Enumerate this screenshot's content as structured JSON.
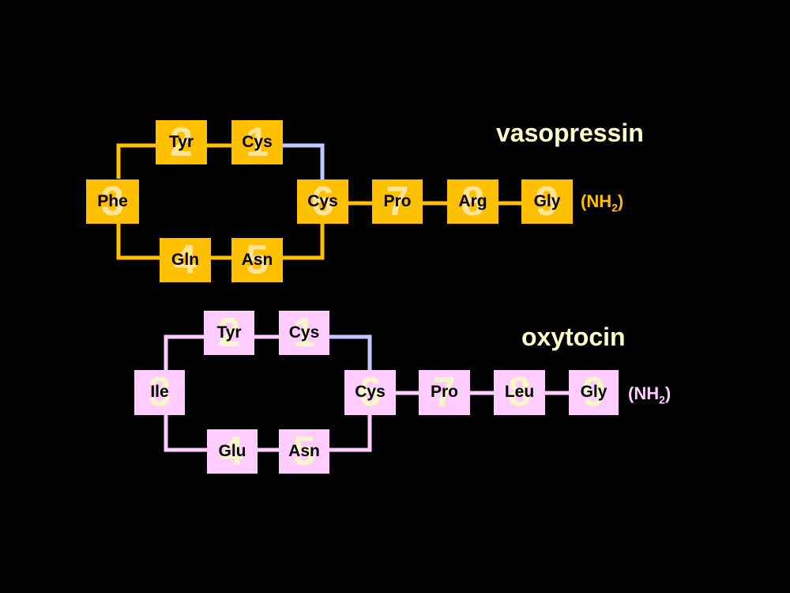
{
  "colors": {
    "vasopressin_box": "#FFC000",
    "vasopressin_number": "#FFE599",
    "vasopressin_link": "#FFC000",
    "oxytocin_box": "#FFCCFF",
    "oxytocin_number": "#F6F6C8",
    "oxytocin_link": "#FFCCFF",
    "disulfide_link": "#C0C8FF",
    "title_text": "#FFFFCC",
    "background": "#000000"
  },
  "vasopressin": {
    "title": "vasopressin",
    "terminal": {
      "open": "(NH",
      "sub": "2",
      "close": ")"
    },
    "residues": [
      {
        "num": "1",
        "name": "Cys"
      },
      {
        "num": "2",
        "name": "Tyr"
      },
      {
        "num": "3",
        "name": "Phe"
      },
      {
        "num": "4",
        "name": "Gln"
      },
      {
        "num": "5",
        "name": "Asn"
      },
      {
        "num": "6",
        "name": "Cys"
      },
      {
        "num": "7",
        "name": "Pro"
      },
      {
        "num": "8",
        "name": "Arg"
      },
      {
        "num": "9",
        "name": "Gly"
      }
    ]
  },
  "oxytocin": {
    "title": "oxytocin",
    "terminal": {
      "open": "(NH",
      "sub": "2",
      "close": ")"
    },
    "residues": [
      {
        "num": "1",
        "name": "Cys"
      },
      {
        "num": "2",
        "name": "Tyr"
      },
      {
        "num": "3",
        "name": "Ile"
      },
      {
        "num": "4",
        "name": "Glu"
      },
      {
        "num": "5",
        "name": "Asn"
      },
      {
        "num": "6",
        "name": "Cys"
      },
      {
        "num": "7",
        "name": "Pro"
      },
      {
        "num": "8",
        "name": "Leu"
      },
      {
        "num": "9",
        "name": "Gly"
      }
    ]
  }
}
